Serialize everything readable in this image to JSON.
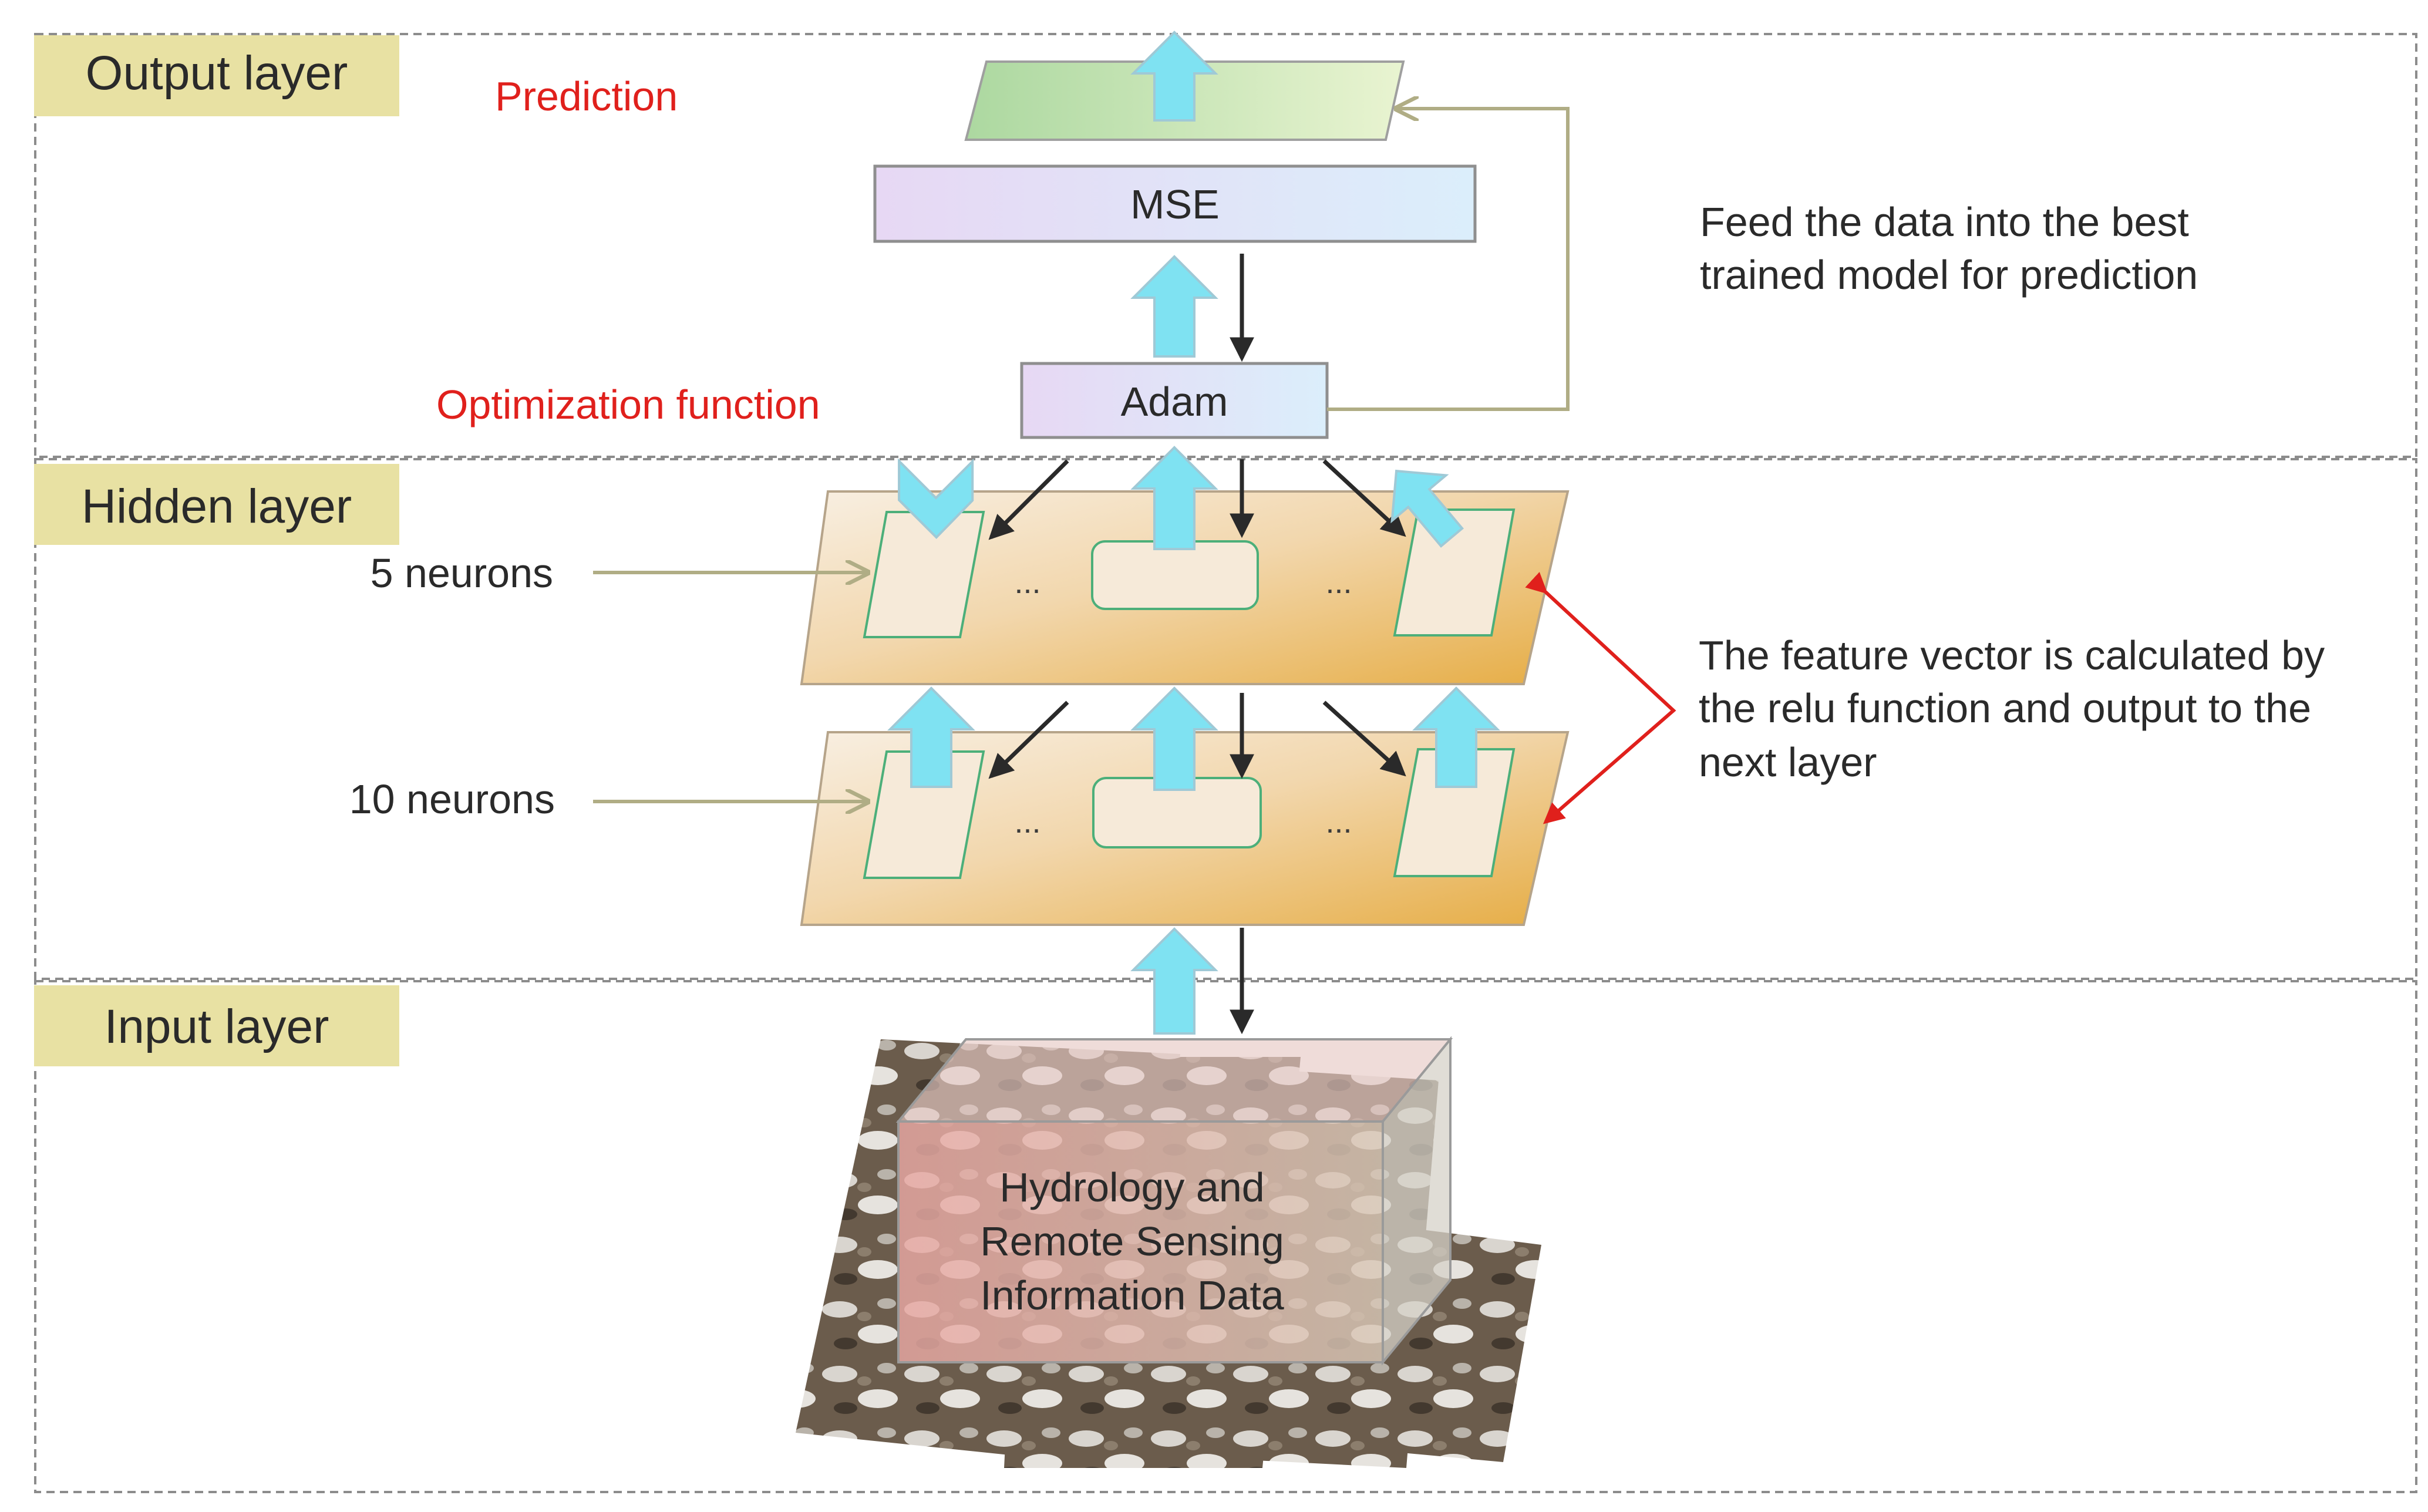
{
  "layers": {
    "output_label": "Output layer",
    "hidden_label": "Hidden layer",
    "input_label": "Input layer"
  },
  "annotations": {
    "prediction": "Prediction",
    "optimization": "Optimization  function",
    "feed_line1": "Feed the data into the best",
    "feed_line2": "trained model  for prediction",
    "feature_line1": "The  feature  vector  is  calculated  by",
    "feature_line2": "the  relu  function  and  output  to  the",
    "feature_line3": "next  layer"
  },
  "nodes": {
    "mse": "MSE",
    "adam": "Adam",
    "data_line1": "Hydrology  and",
    "data_line2": "Remote  Sensing",
    "data_line3": "Information  Data"
  },
  "neurons": {
    "upper_count": "5 neurons",
    "lower_count": "10 neurons",
    "ellipsis": "..."
  },
  "colors": {
    "label_box_fill": "#e8e1a3",
    "red_text": "#e0201c",
    "arrow_cyan": "#7fe2f2",
    "guide_line": "#b0ad85",
    "hidden_plane_light": "#f6ead6",
    "hidden_plane_dark": "#e7b14c"
  }
}
